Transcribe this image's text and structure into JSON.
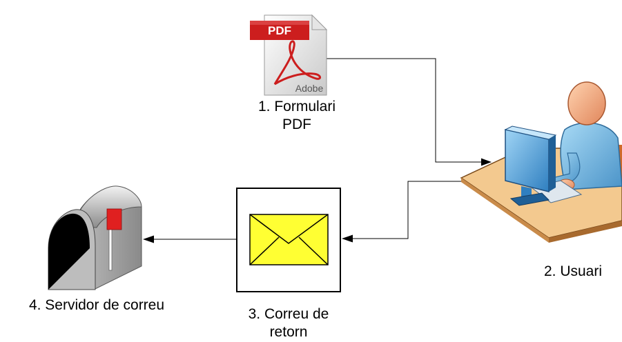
{
  "nodes": {
    "pdf": {
      "badge": "PDF",
      "brand": "Adobe",
      "label_line1": "1. Formulari",
      "label_line2": "PDF",
      "icon": "pdf-document-icon"
    },
    "user": {
      "label": "2. Usuari",
      "icon": "user-at-computer-icon"
    },
    "mail": {
      "label_line1": "3. Correu de",
      "label_line2": "retorn",
      "icon": "envelope-icon"
    },
    "server": {
      "label": "4. Servidor de correu",
      "icon": "mailbox-icon"
    }
  },
  "colors": {
    "pdf_red": "#cc1e1e",
    "envelope_yellow": "#ffff33",
    "desk": "#f3c98f",
    "shirt": "#7fbfe6",
    "skin": "#f5b185",
    "mailbox_flag": "#e02020"
  }
}
